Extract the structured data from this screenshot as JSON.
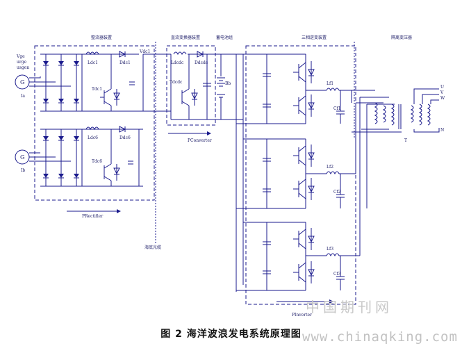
{
  "sections": {
    "rectifier": "整流器装置",
    "dcdc": "直流变换器装置",
    "battery": "蓄电池组",
    "inverter": "三相逆变装置",
    "transformer": "隔离变压器"
  },
  "gen1": {
    "symbol": "G",
    "top_labels": [
      "Vge",
      "urge",
      "usgen"
    ],
    "bottom_label": "Ia"
  },
  "gen2": {
    "symbol": "G",
    "bottom_label": "Ib"
  },
  "rectifier1": {
    "inductor": "Ldc1",
    "diode": "Ddc1",
    "switch": "Tdc1",
    "bus": "Vdc1"
  },
  "rectifier2": {
    "inductor": "Ldc6",
    "diode": "Ddc6",
    "switch": "Tdc6"
  },
  "dcdc": {
    "inductor": "Ldcdc",
    "diode": "Ddcdc",
    "switch": "Tdcdc"
  },
  "battery_label": "Bb",
  "filters": [
    {
      "inductor": "Lf1",
      "cap": "Cf1"
    },
    {
      "inductor": "Lf2",
      "cap": "Cf2"
    },
    {
      "inductor": "Lf3",
      "cap": "Cf3"
    }
  ],
  "outputs": [
    "U",
    "V",
    "W",
    "N"
  ],
  "transformer_label": "T",
  "power_labels": {
    "rectifier": "PRectifier",
    "converter": "PConverter",
    "inverter": "PInverter"
  },
  "cable_label": "海底光缆",
  "caption": "图 2  海洋波浪发电系统原理图",
  "watermark": {
    "cn": "中国期刊网",
    "url": "www.chinaqking.com"
  }
}
